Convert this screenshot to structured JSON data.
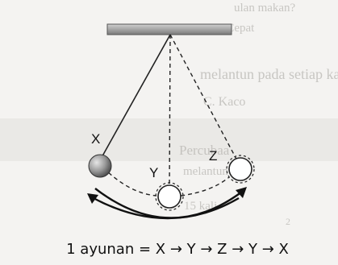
{
  "background_text": {
    "line1": "ulan makan?",
    "line2": "A. Cepat",
    "line3": "melantun pada setiap kali cuban dic",
    "line4": "C. Kaco",
    "line5": "Percubaa",
    "line6": "melantun",
    "line7": "15 kali",
    "line8": "2"
  },
  "labels": {
    "x": "X",
    "y": "Y",
    "z": "Z"
  },
  "caption": "1 ayunan = X → Y → Z → Y → X",
  "colors": {
    "ink": "#111111",
    "ceiling": "#9e9e9e",
    "bob_gray": "#8a8a8a",
    "background": "#f4f3f1"
  }
}
